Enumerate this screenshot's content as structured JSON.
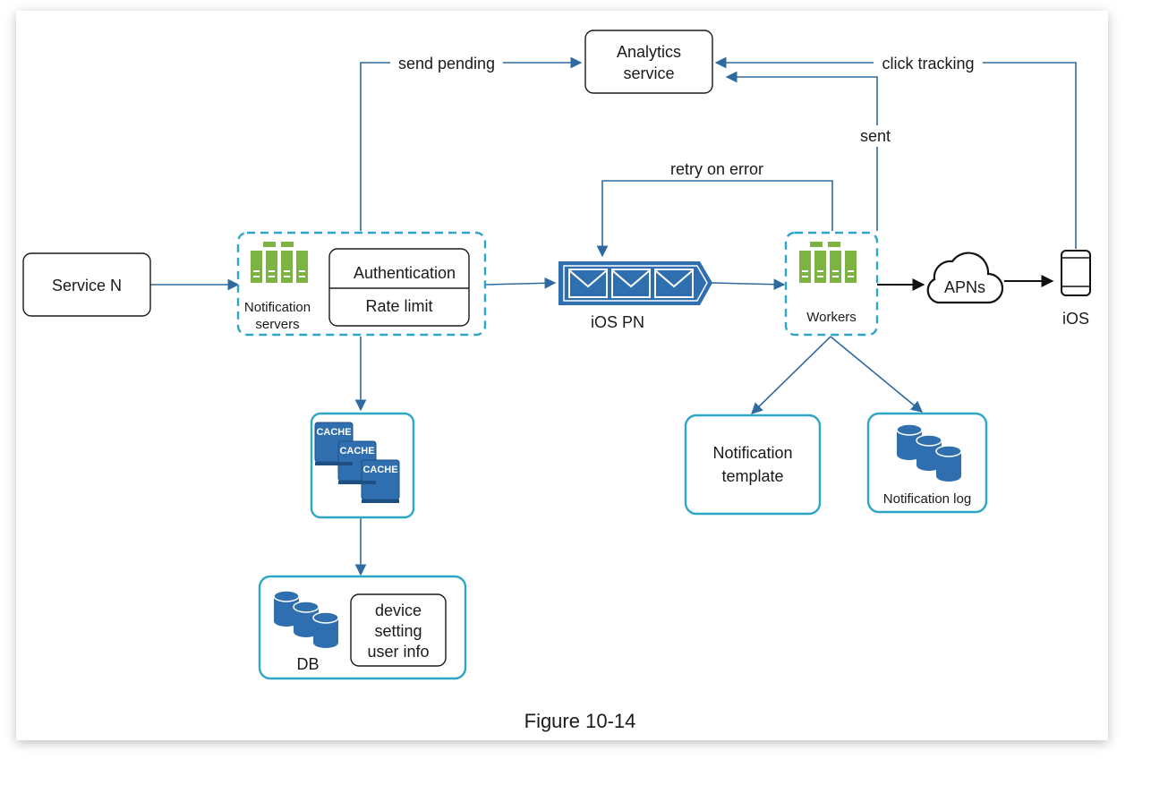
{
  "diagram": {
    "nodes": {
      "service_n": {
        "label": "Service N"
      },
      "notification_servers": {
        "label_line1": "Notification",
        "label_line2": "servers",
        "icon": "server-rack-icon"
      },
      "auth": {
        "label": "Authentication"
      },
      "rate_limit": {
        "label": "Rate limit"
      },
      "analytics": {
        "label_line1": "Analytics",
        "label_line2": "service"
      },
      "queue": {
        "label": "iOS PN",
        "icon": "message-queue-icon"
      },
      "workers": {
        "label": "Workers",
        "icon": "server-rack-icon"
      },
      "apns": {
        "label": "APNs",
        "icon": "cloud-icon"
      },
      "ios": {
        "label": "iOS",
        "icon": "mobile-phone-icon"
      },
      "cache": {
        "tags": [
          "CACHE",
          "CACHE",
          "CACHE"
        ],
        "icon": "cache-stack-icon"
      },
      "db": {
        "label": "DB",
        "icon": "database-icon",
        "info_line1": "device",
        "info_line2": "setting",
        "info_line3": "user info"
      },
      "notification_template": {
        "label_line1": "Notification",
        "label_line2": "template"
      },
      "notification_log": {
        "label": "Notification log",
        "icon": "database-icon"
      }
    },
    "edges": {
      "send_pending": "send pending",
      "click_tracking": "click tracking",
      "sent": "sent",
      "retry_on_error": "retry on error"
    },
    "caption": "Figure 10-14",
    "colors": {
      "edge": "#2f6a9e",
      "teal_border": "#2ea6c6",
      "server_green": "#7cb342",
      "queue_blue": "#2f6fb0",
      "db_blue": "#2f6fb0"
    }
  }
}
